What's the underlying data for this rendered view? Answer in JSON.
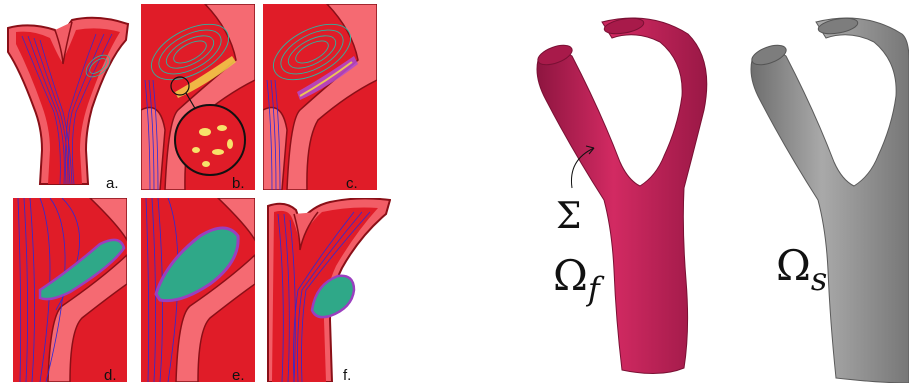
{
  "panels": [
    {
      "id": "a",
      "label": "a."
    },
    {
      "id": "b",
      "label": "b."
    },
    {
      "id": "c",
      "label": "c."
    },
    {
      "id": "d",
      "label": "d."
    },
    {
      "id": "e",
      "label": "e."
    },
    {
      "id": "f",
      "label": "f."
    }
  ],
  "right_figure": {
    "sigma": "Σ",
    "omega": "Ω",
    "omega_f_sub": "f",
    "omega_s_sub": "s"
  },
  "colors": {
    "tissue": "#e8202a",
    "tissue_light": "#f56a72",
    "outline": "#8a0f17",
    "streamline_blue": "#2a2ad8",
    "streamline_teal": "#2fb3a0",
    "clot_green": "#2fa888",
    "clot_purple": "#9a3fbf",
    "vessel_f": "#c41f55",
    "vessel_s": "#8c8c8c"
  }
}
